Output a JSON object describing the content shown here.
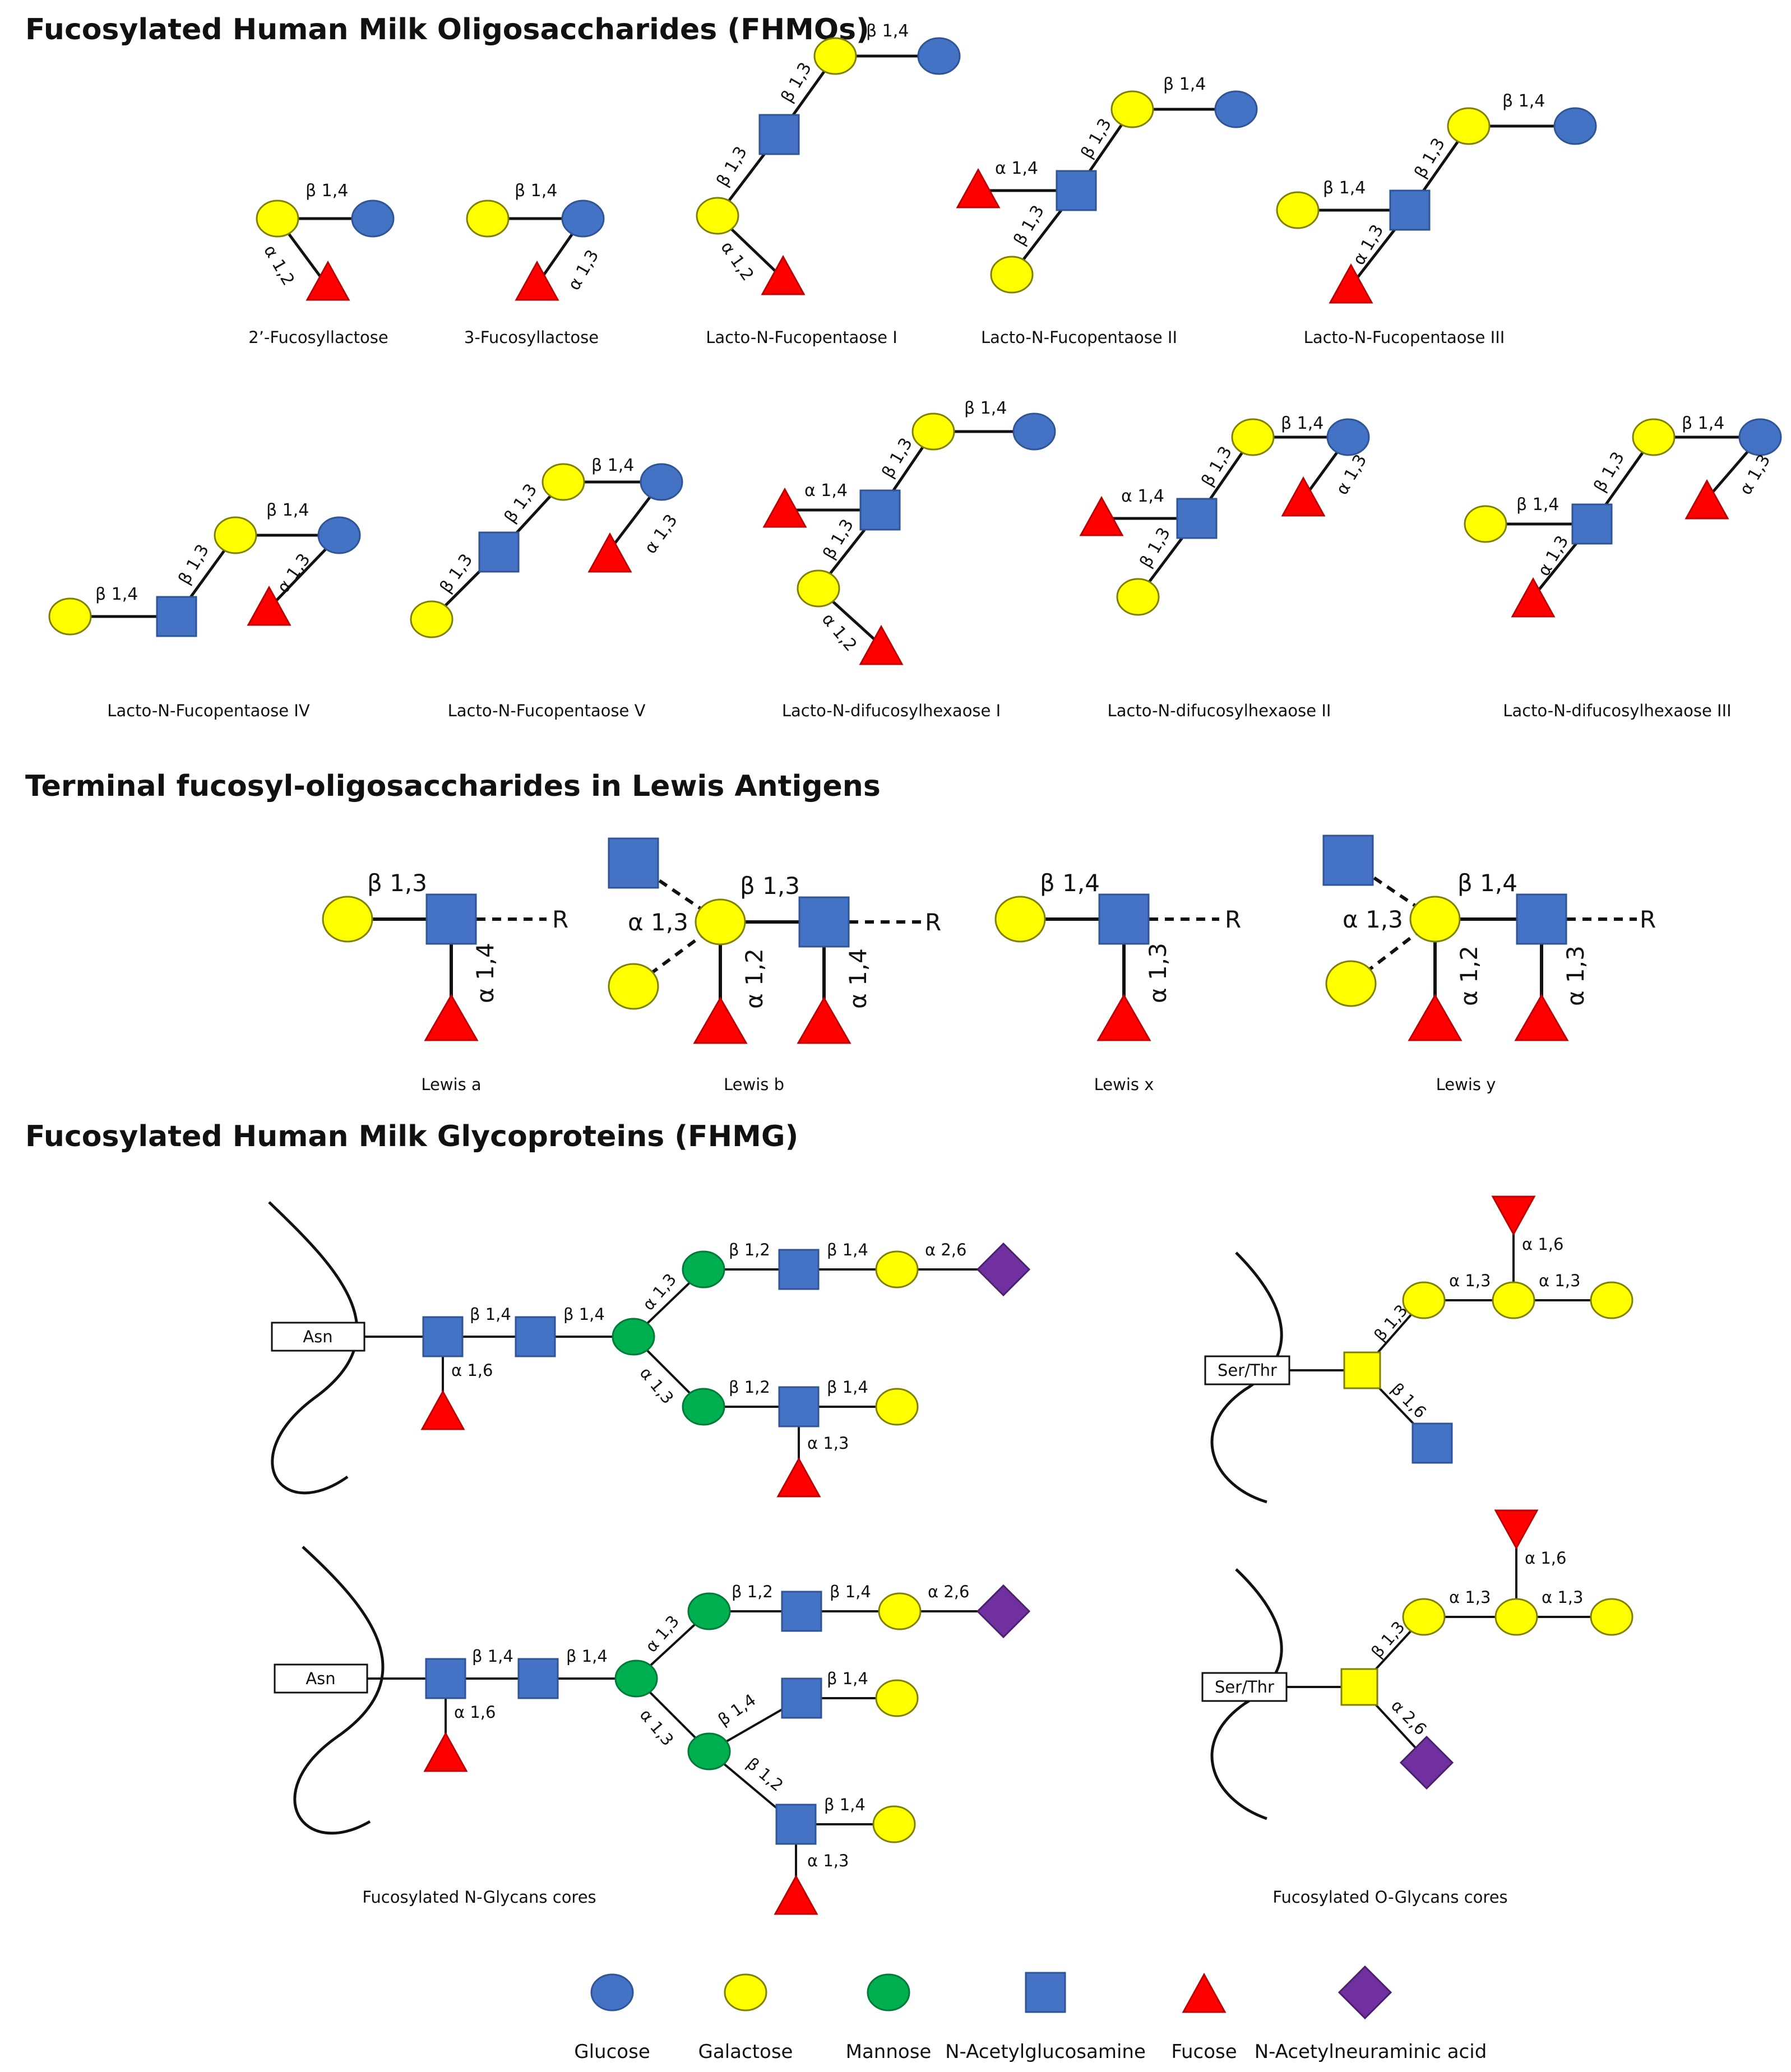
{
  "sections": {
    "fhmo_title": "Fucosylated Human Milk Oligosaccharides (FHMOs)",
    "lewis_title": "Terminal fucosyl-oligosaccharides in Lewis Antigens",
    "fhmg_title": "Fucosylated Human Milk Glycoproteins (FHMG)"
  },
  "captions": {
    "fl2": "2’-Fucosyllactose",
    "fl3": "3-Fucosyllactose",
    "lnfp1": "Lacto-N-Fucopentaose I",
    "lnfp2": "Lacto-N-Fucopentaose II",
    "lnfp3": "Lacto-N-Fucopentaose III",
    "lnfp4": "Lacto-N-Fucopentaose IV",
    "lnfp5": "Lacto-N-Fucopentaose V",
    "lndfh1": "Lacto-N-difucosylhexaose I",
    "lndfh2": "Lacto-N-difucosylhexaose II",
    "lndfh3": "Lacto-N-difucosylhexaose III",
    "lewis_a": "Lewis a",
    "lewis_b": "Lewis b",
    "lewis_x": "Lewis x",
    "lewis_y": "Lewis y",
    "n_glycans": "Fucosylated N-Glycans cores",
    "o_glycans": "Fucosylated O-Glycans cores"
  },
  "linkages": {
    "b14": "β 1,4",
    "b13": "β 1,3",
    "b12": "β 1,2",
    "b16": "β 1,6",
    "a12": "α 1,2",
    "a13": "α 1,3",
    "a14": "α 1,4",
    "a16": "α 1,6",
    "a26": "α 2,6"
  },
  "labels": {
    "r": "R",
    "asn": "Asn",
    "ser_thr": "Ser/Thr"
  },
  "legend": [
    {
      "label": "Glucose",
      "shape": "circle",
      "color": "#4472c4"
    },
    {
      "label": "Galactose",
      "shape": "circle",
      "color": "#ffff00"
    },
    {
      "label": "Mannose",
      "shape": "circle",
      "color": "#00b050"
    },
    {
      "label": "N-Acetylglucosamine",
      "shape": "square",
      "color": "#4472c4"
    },
    {
      "label": "Fucose",
      "shape": "triangle",
      "color": "#ff0000"
    },
    {
      "label": "N-Acetylneuraminic acid",
      "shape": "diamond",
      "color": "#7030a0"
    }
  ]
}
